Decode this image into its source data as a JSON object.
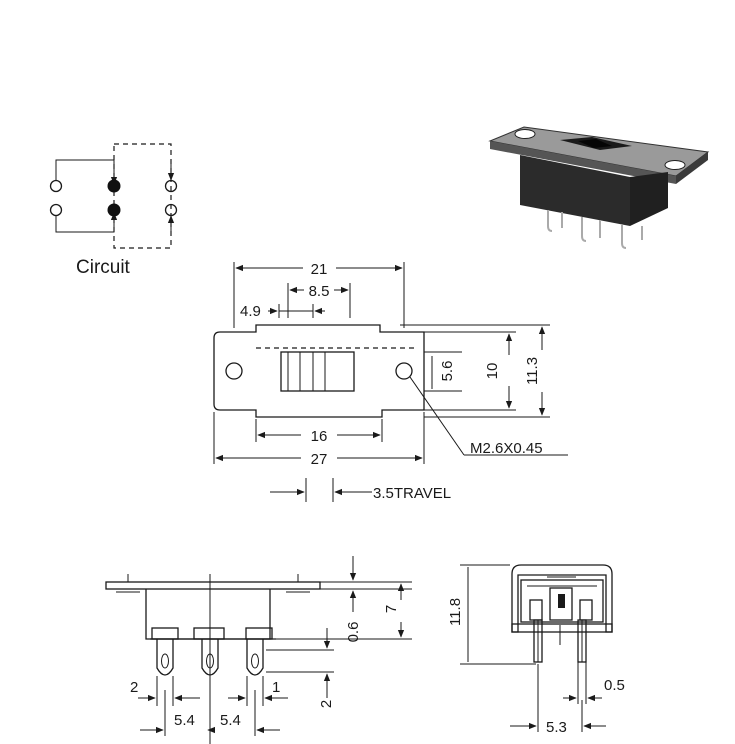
{
  "circuit": {
    "label": "Circuit"
  },
  "top_view": {
    "overall_width": "21",
    "knob_width": "8.5",
    "knob_offset": "4.9",
    "inner_height": "5.6",
    "body_height": "10",
    "total_height": "11.3",
    "inner_length": "16",
    "total_length": "27",
    "thread": "M2.6X0.45",
    "travel": "3.5TRAVEL"
  },
  "side_view": {
    "flange_thickness": "0.6",
    "body_height": "7",
    "pin_left_offset": "2",
    "pin_right_offset": "1",
    "pin_pitch_left": "5.4",
    "pin_pitch_right": "5.4",
    "pin_drop": "2"
  },
  "end_view": {
    "height": "11.8",
    "pin_thickness": "0.5",
    "width": "5.3"
  },
  "colors": {
    "line": "#1a1a1a",
    "product_body": "#2b2b2b",
    "product_plate": "#8a8a8a",
    "background": "#ffffff"
  }
}
